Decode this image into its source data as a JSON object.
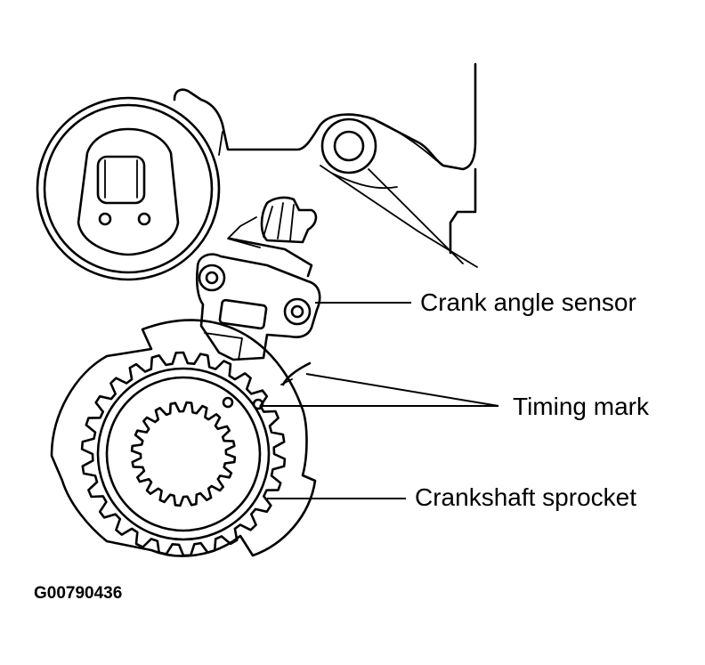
{
  "labels": {
    "crank_angle_sensor": "Crank angle sensor",
    "timing_mark": "Timing mark",
    "crankshaft_sprocket": "Crankshaft sprocket"
  },
  "figure_id": "G00790436",
  "colors": {
    "line": "#000000",
    "background": "#ffffff"
  }
}
